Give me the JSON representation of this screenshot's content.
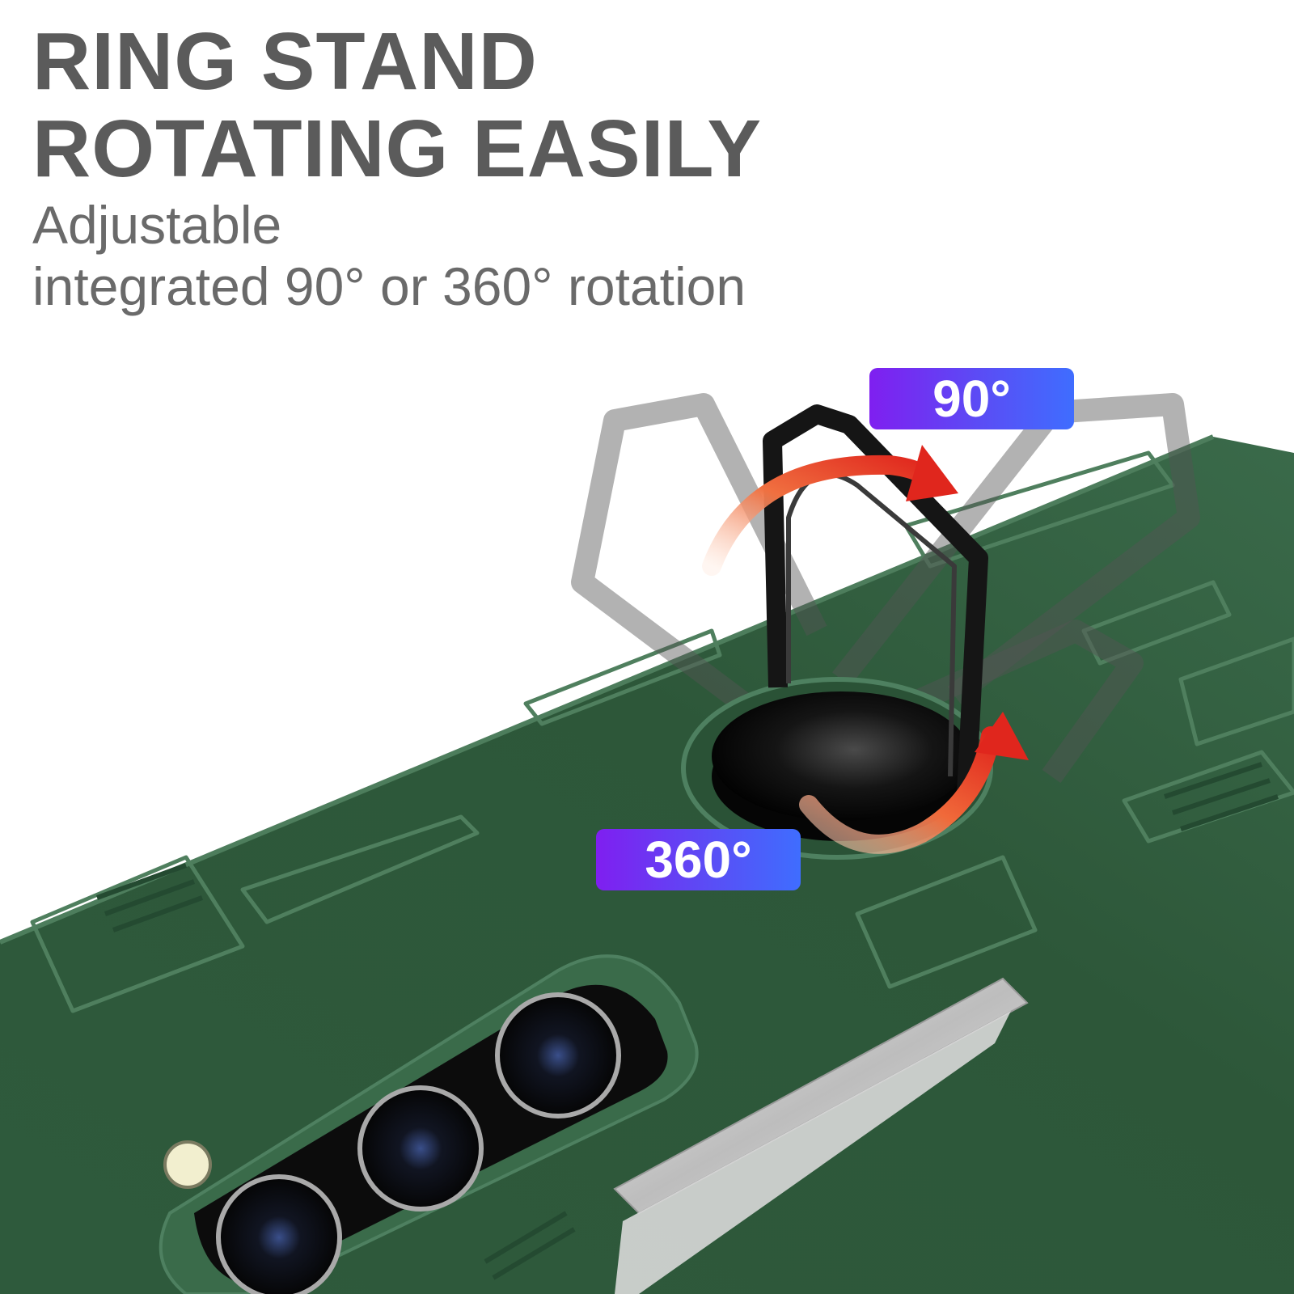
{
  "headline": {
    "line1": "RING STAND",
    "line2": "ROTATING EASILY"
  },
  "subtitle": {
    "line1": "Adjustable",
    "line2": "integrated 90° or 360° rotation"
  },
  "badges": {
    "rotation_90": "90°",
    "rotation_360": "360°"
  },
  "colors": {
    "case_green": "#2f5a3d",
    "badge_gradient_start": "#7f1ff0",
    "badge_gradient_end": "#3f6dff",
    "arrow_red": "#e0261d"
  }
}
